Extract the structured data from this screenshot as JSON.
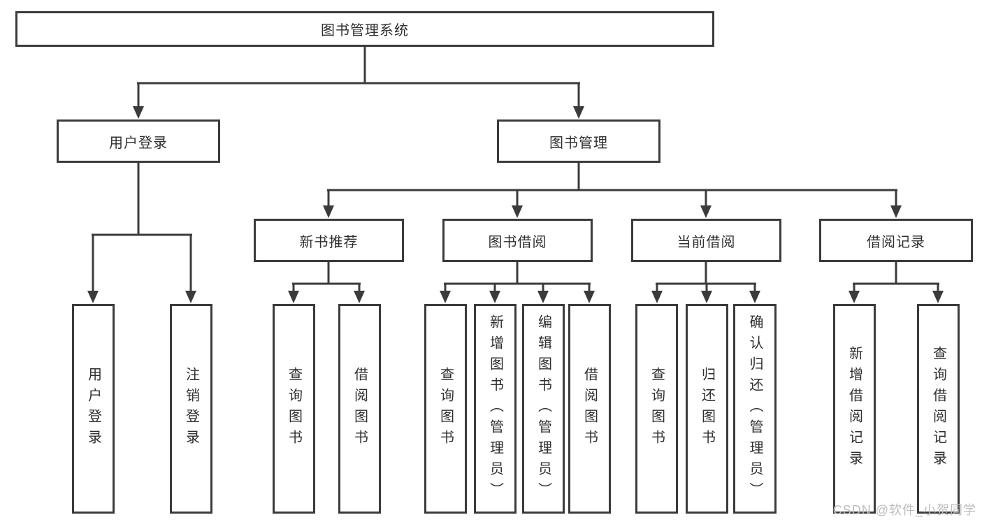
{
  "diagram": {
    "root": "图书管理系统",
    "level2": [
      "用户登录",
      "图书管理"
    ],
    "level3": [
      "新书推荐",
      "图书借阅",
      "当前借阅",
      "借阅记录"
    ],
    "leaves": {
      "user_login": [
        "用户登录",
        "注销登录"
      ],
      "new_book_rec": [
        "查询图书",
        "借阅图书"
      ],
      "book_borrow": [
        "查询图书",
        "新增图书（管理员）",
        "编辑图书（管理员）",
        "借阅图书"
      ],
      "current_borrow": [
        "查询图书",
        "归还图书",
        "确认归还（管理员）"
      ],
      "borrow_records": [
        "新增借阅记录",
        "查询借阅记录"
      ]
    }
  },
  "watermark": "CSDN @软件_小贺同学",
  "colors": {
    "line": "#3b3b3b",
    "box_border": "#3b3b3b",
    "text": "#2f2f2f",
    "watermark": "#bdbdbd",
    "background": "#ffffff"
  }
}
